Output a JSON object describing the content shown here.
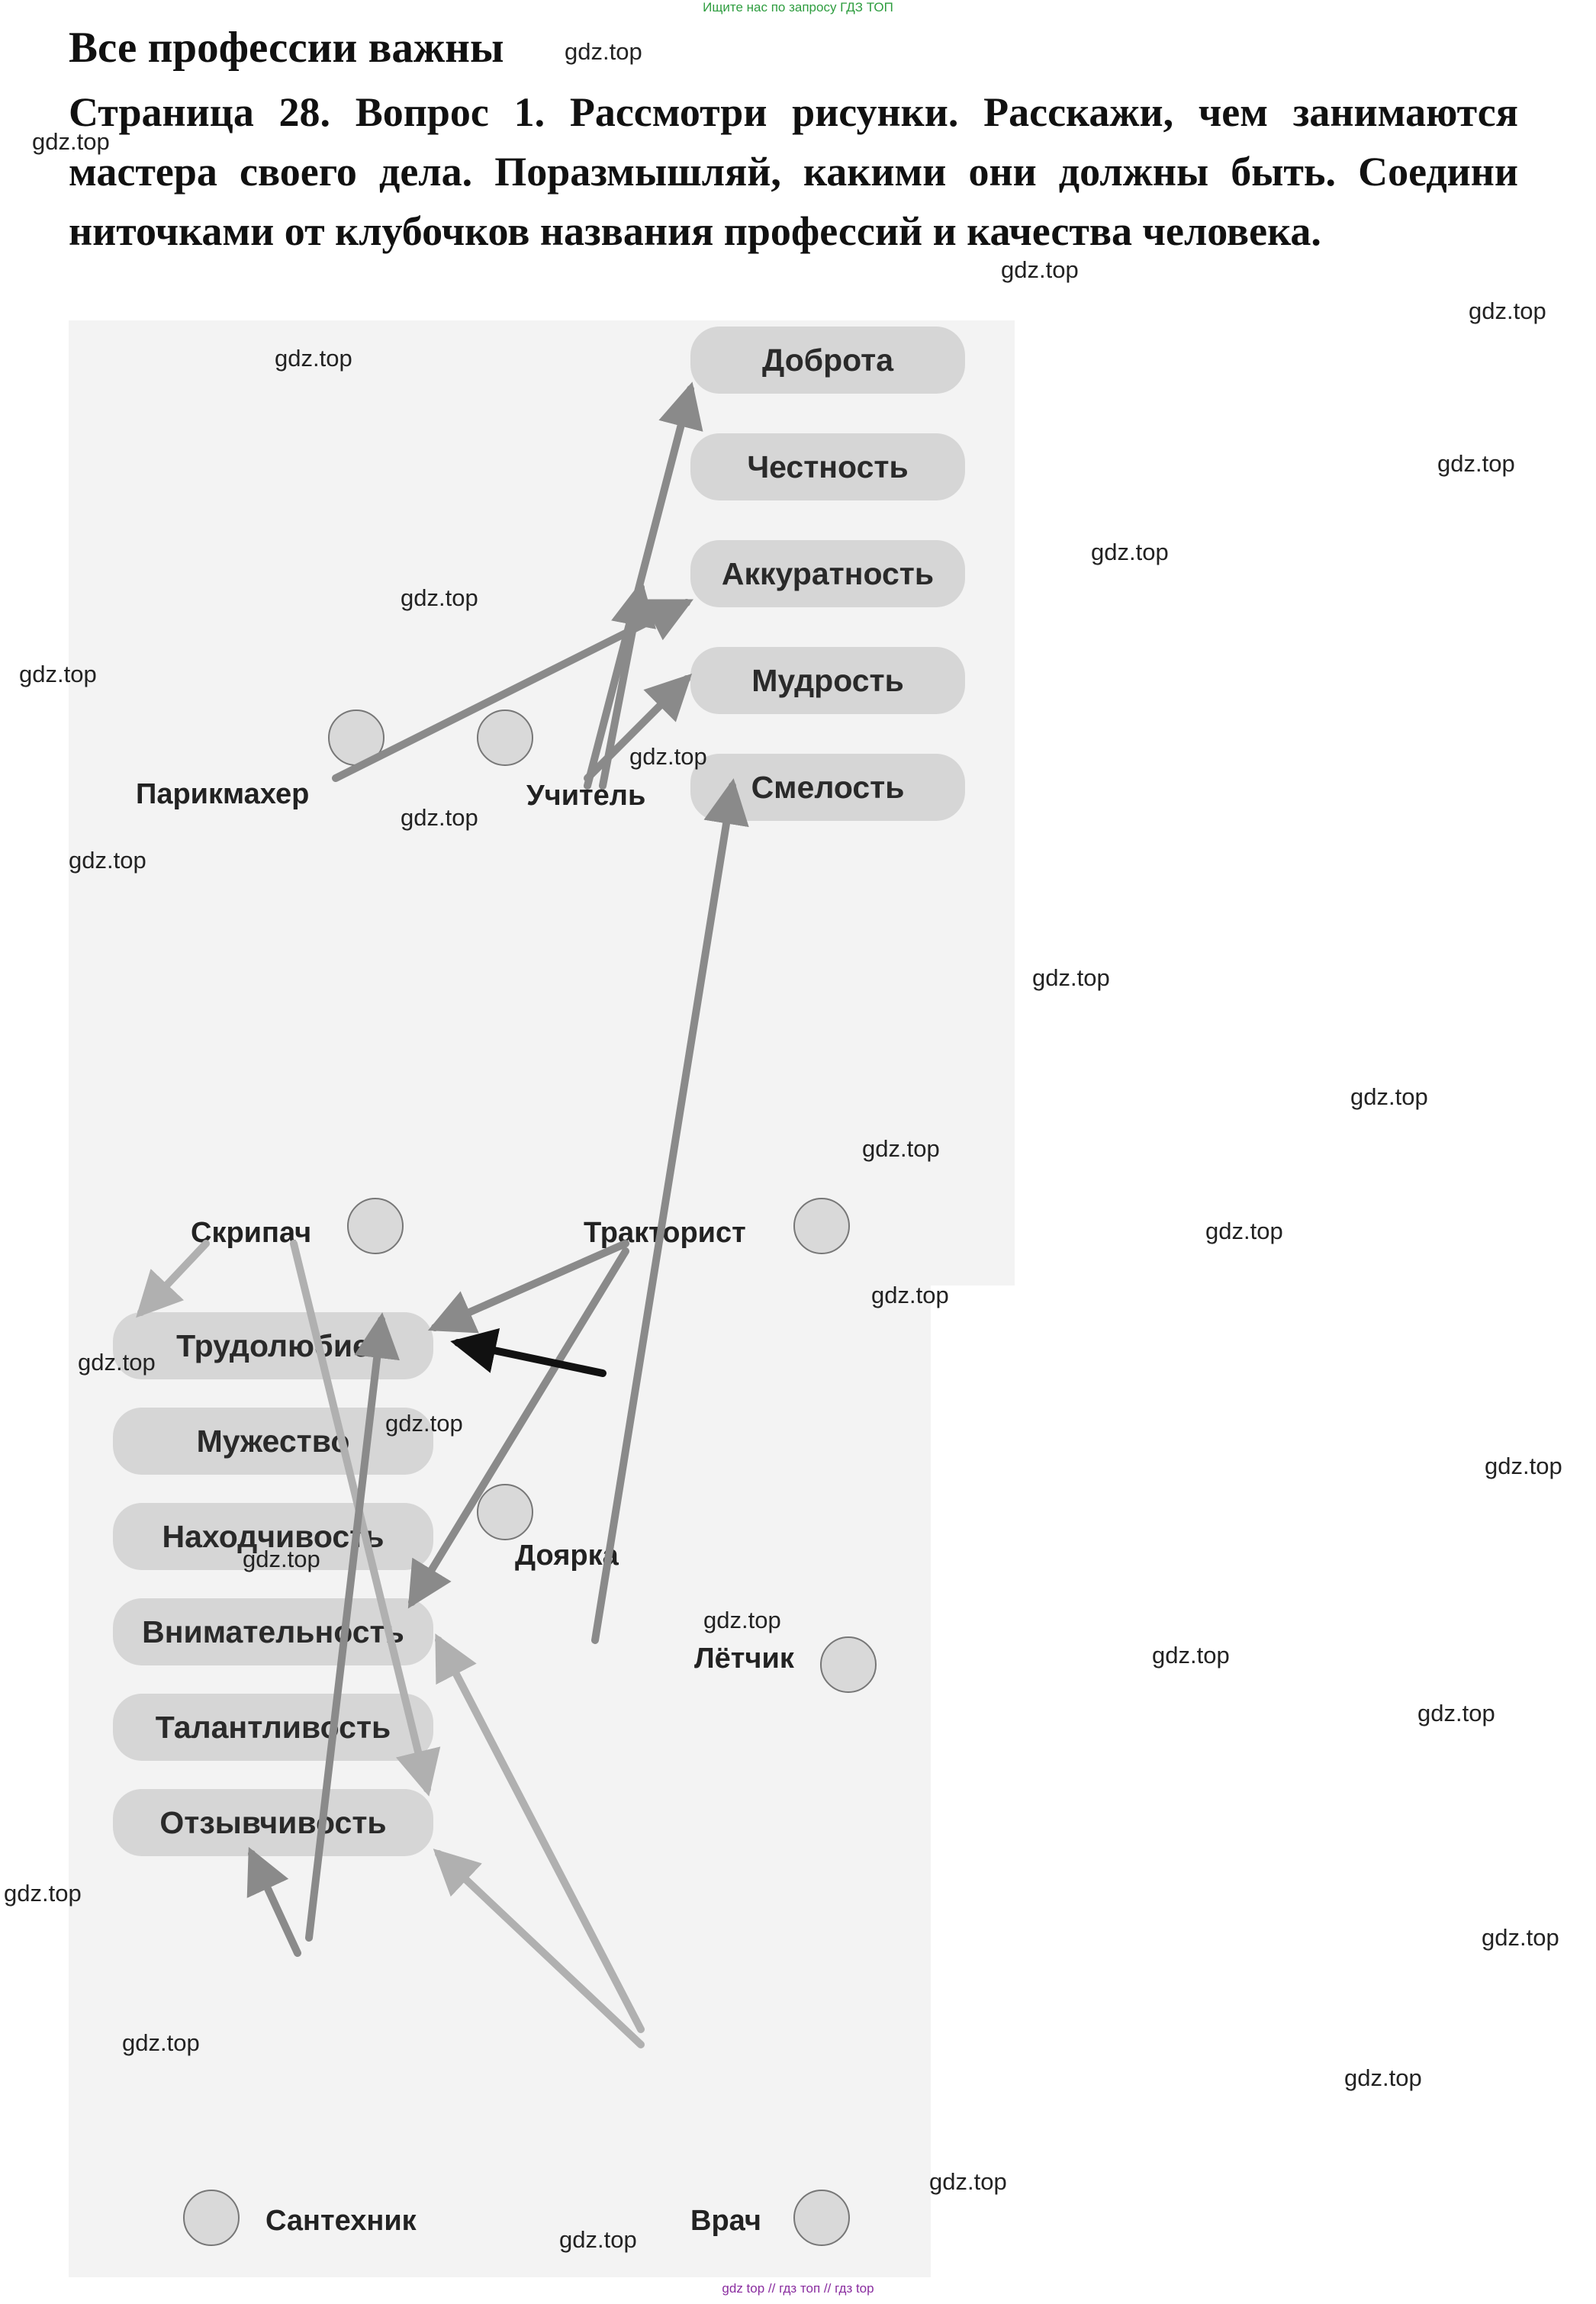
{
  "banner": "Ищите нас по запросу ГДЗ ТОП",
  "title": "Все профессии важны",
  "question": "Страница 28. Вопрос 1. Рассмотри рисунки. Расскажи, чем занимаются мастера своего дела. Поразмышляй, какими они должны быть. Соедини ниточками от клубочков названия профессий и качества человека.",
  "watermark": "gdz.top",
  "qualities_top": [
    "Доброта",
    "Честность",
    "Аккуратность",
    "Мудрость",
    "Смелость"
  ],
  "qualities_bottom": [
    "Трудолюбие",
    "Мужество",
    "Находчивость",
    "Внимательность",
    "Талантливость",
    "Отзывчивость"
  ],
  "professions": {
    "barber": "Парикмахер",
    "teacher": "Учитель",
    "violinist": "Скрипач",
    "tractor": "Тракторист",
    "milkmaid": "Доярка",
    "pilot": "Лётчик",
    "plumber": "Сантехник",
    "doctor": "Врач"
  },
  "footer": "gdz top // гдз топ // гдз top"
}
